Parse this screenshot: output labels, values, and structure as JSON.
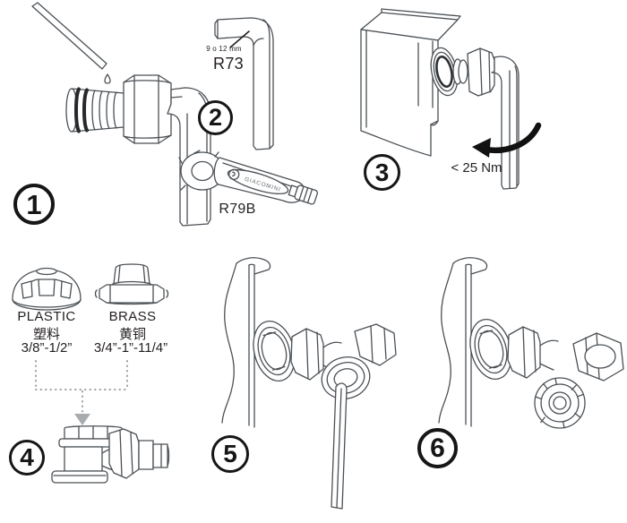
{
  "meta": {
    "title": "Radiator valve installation steps diagram"
  },
  "colors": {
    "line": "#4b5055",
    "dark_band": "#26282a",
    "text": "#231f20",
    "arrow": "#111111",
    "ghost_arrow": "#a8acaf",
    "dots": "#9aa0a4"
  },
  "steps": {
    "s1": {
      "number": "1"
    },
    "s2": {
      "number": "2",
      "hex_size_label": "9 o 12 mm",
      "allen_key_code": "R73",
      "tool_code": "R79B",
      "tool_brand": "GIACOMINI"
    },
    "s3": {
      "number": "3",
      "torque_label": "< 25 Nm"
    },
    "s4": {
      "number": "4",
      "plastic": {
        "name": "PLASTIC",
        "name_cn": "塑料",
        "sizes": "3/8”-1/2”"
      },
      "brass": {
        "name": "BRASS",
        "name_cn": "黄铜",
        "sizes": "3/4”-1”-11/4”"
      }
    },
    "s5": {
      "number": "5"
    },
    "s6": {
      "number": "6"
    }
  }
}
